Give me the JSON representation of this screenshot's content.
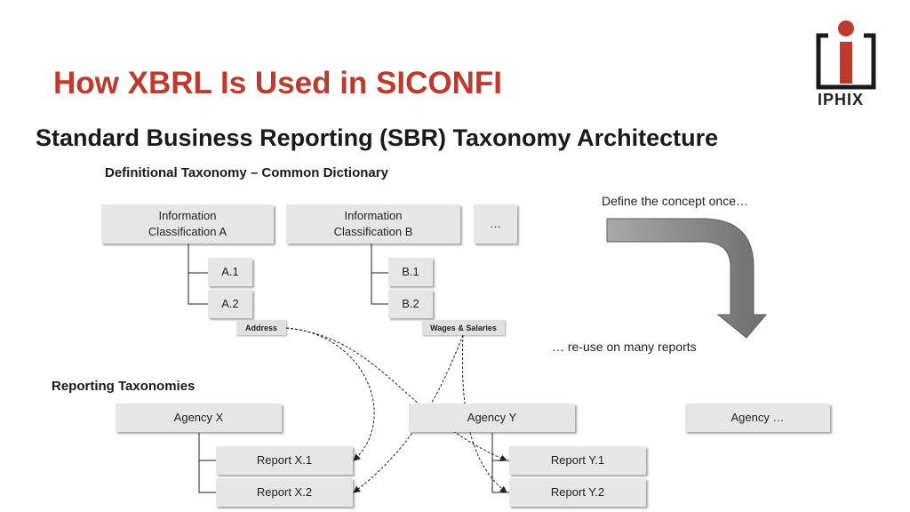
{
  "slide": {
    "title": "How XBRL Is Used in SICONFI",
    "subtitle": "Standard Business Reporting (SBR) Taxonomy Architecture"
  },
  "logo": {
    "text": "IPHIX",
    "icon": "iphix-logo",
    "color": "#c0392b"
  },
  "definitional": {
    "heading": "Definitional Taxonomy – Common Dictionary",
    "classA": "Information\nClassification A",
    "classB": "Information\nClassification B",
    "more": "…",
    "itemA1": "A.1",
    "itemA2": "A.2",
    "itemB1": "B.1",
    "itemB2": "B.2",
    "tagAddress": "Address",
    "tagWages": "Wages & Salaries"
  },
  "annotations": {
    "define_once": "Define the concept once…",
    "reuse": "… re-use on many reports"
  },
  "reporting": {
    "heading": "Reporting Taxonomies",
    "agencyX": "Agency X",
    "agencyY": "Agency Y",
    "agencyMore": "Agency …",
    "reportX1": "Report X.1",
    "reportX2": "Report X.2",
    "reportY1": "Report Y.1",
    "reportY2": "Report Y.2"
  },
  "colors": {
    "title": "#c0392b",
    "box": "#e6e6e6",
    "arrow": "#8a8a8a"
  }
}
